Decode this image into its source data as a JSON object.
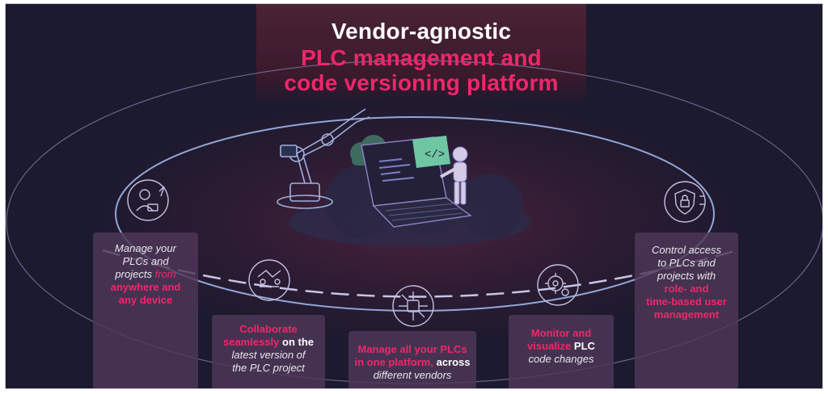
{
  "title": {
    "line1": "Vendor-agnostic",
    "line2": "PLC management and",
    "line3": "code versioning platform"
  },
  "features": [
    {
      "icon": "remote-worker-icon",
      "parts": [
        "Manage your",
        "PLCs and",
        "projects",
        "from",
        "anywhere and",
        "any device"
      ]
    },
    {
      "icon": "collaboration-icon",
      "parts": [
        "Collaborate",
        "seamlessly",
        "on the",
        "latest version of",
        "the PLC project"
      ]
    },
    {
      "icon": "network-hub-icon",
      "parts": [
        "Manage all your PLCs",
        "in one platform,",
        "across",
        "different vendors"
      ]
    },
    {
      "icon": "gear-chart-icon",
      "parts": [
        "Monitor and",
        "visualize",
        "PLC",
        "code changes"
      ]
    },
    {
      "icon": "shield-lock-icon",
      "parts": [
        "Control access",
        "to PLCs and",
        "projects with",
        "role- and",
        "time-based user",
        "management"
      ]
    }
  ],
  "colors": {
    "accent": "#f0266a",
    "background": "#1c1a2e",
    "card": "#4e3858",
    "ring": "#b9b4d6"
  }
}
